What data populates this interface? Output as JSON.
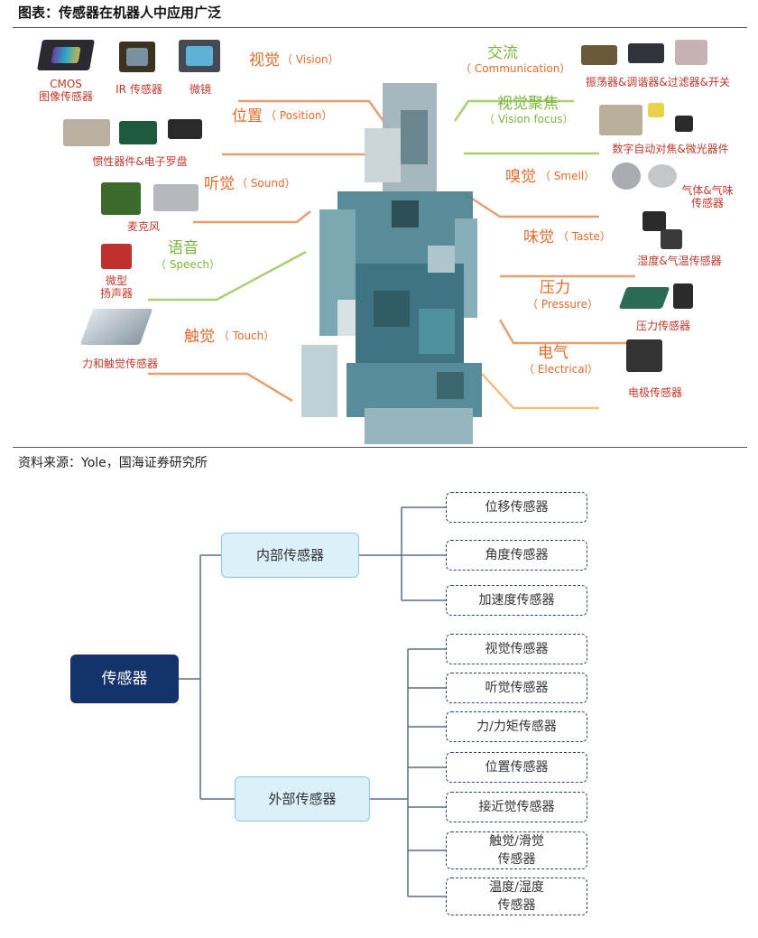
{
  "header": {
    "title": "图表：传感器在机器人中应用广泛"
  },
  "figure": {
    "left_senses": [
      {
        "cn": "视觉",
        "en": "（ Vision）"
      },
      {
        "cn": "位置",
        "en": "（ Position）"
      },
      {
        "cn": "听觉",
        "en": "（ Sound）"
      },
      {
        "cn": "语音",
        "en": "（ Speech）"
      },
      {
        "cn": "触觉",
        "en": "（ Touch）"
      }
    ],
    "right_senses": [
      {
        "cn": "交流",
        "en": "（ Communication）"
      },
      {
        "cn": "视觉聚焦",
        "en": "（ Vision focus）"
      },
      {
        "cn": "嗅觉",
        "en": "（ Smell）"
      },
      {
        "cn": "味觉",
        "en": "（ Taste）"
      },
      {
        "cn": "压力",
        "en": "（ Pressure）"
      },
      {
        "cn": "电气",
        "en": "（ Electrical）"
      }
    ],
    "left_components": {
      "cmos": "CMOS\n图像传感器",
      "ir": "IR 传感器",
      "micro_mirror": "微镜",
      "inertial": "惯性器件&电子罗盘",
      "microphone": "麦克风",
      "speaker": "微型\n扬声器",
      "touch": "力和触觉传感器"
    },
    "right_components": {
      "oscillator": "振荡器&调谐器&过滤器&开关",
      "autofocus": "数字自动对焦&微光器件",
      "gas": "气体&气味\n传感器",
      "humidity": "湿度&气温传感器",
      "pressure": "压力传感器",
      "electrode": "电极传感器"
    },
    "colors": {
      "accent": "#e26b2b",
      "green": "#7bb53d"
    }
  },
  "source": "资料来源：Yole，国海证券研究所",
  "tree": {
    "root": "传感器",
    "internal": {
      "label": "内部传感器",
      "children": [
        "位移传感器",
        "角度传感器",
        "加速度传感器"
      ]
    },
    "external": {
      "label": "外部传感器",
      "children": [
        "视觉传感器",
        "听觉传感器",
        "力/力矩传感器",
        "位置传感器",
        "接近觉传感器",
        "触觉/滑觉\n传感器",
        "温度/湿度\n传感器"
      ]
    },
    "colors": {
      "root": "#14336b",
      "mid": "#dcf0fa",
      "leaf_border": "#2b4577",
      "line": "#5a6f8c"
    }
  }
}
